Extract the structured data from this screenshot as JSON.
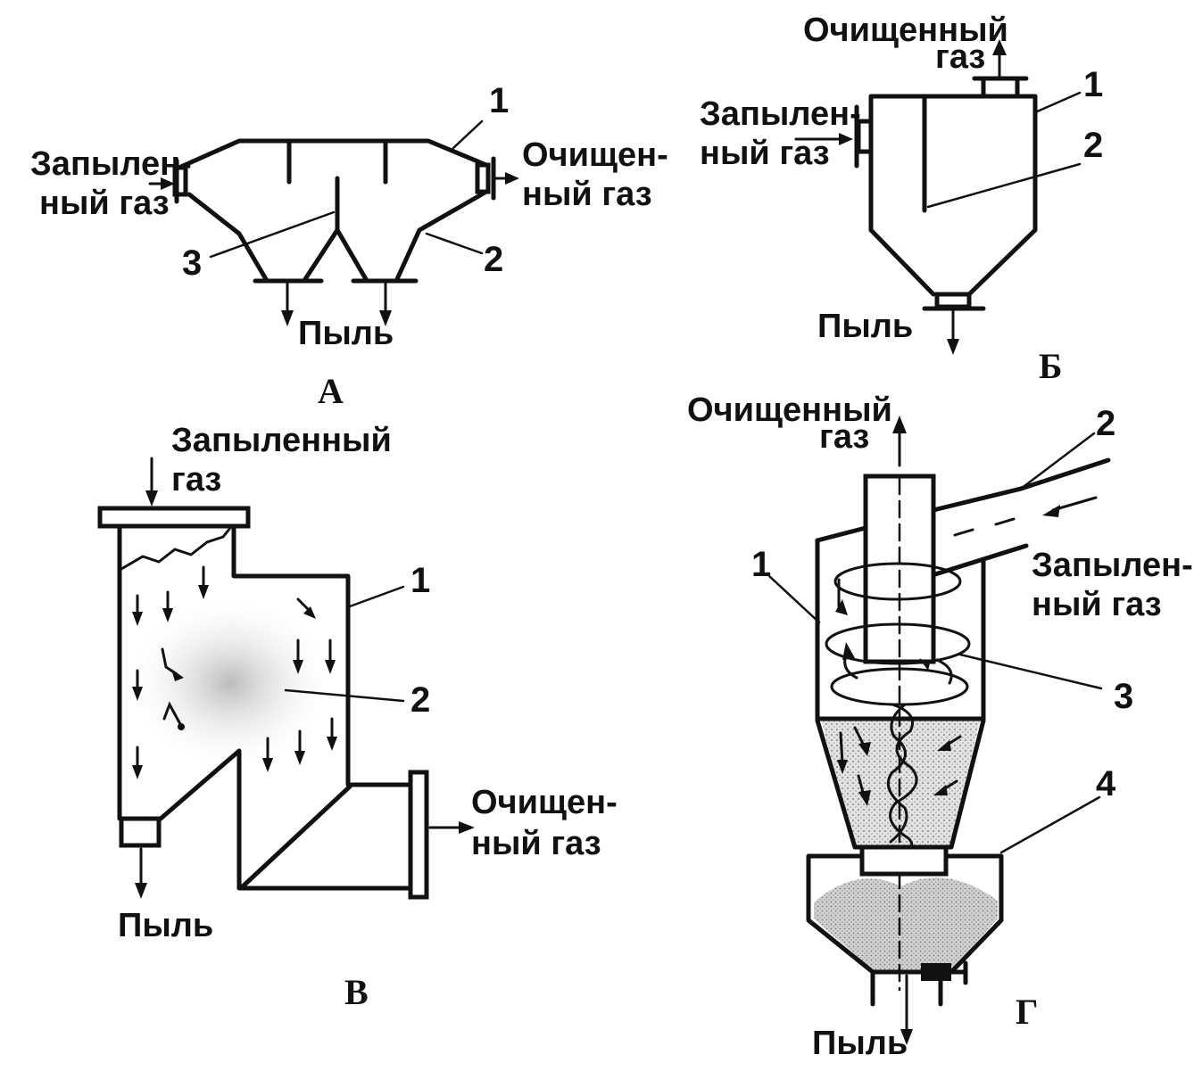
{
  "panels": {
    "a": {
      "caption": "А",
      "inlet_label_1": "Запылен-",
      "inlet_label_2": "ный газ",
      "outlet_label_1": "Очищен-",
      "outlet_label_2": "ный газ",
      "dust_label": "Пыль",
      "callouts": [
        "1",
        "2",
        "3"
      ]
    },
    "b": {
      "caption": "Б",
      "outlet_label_1": "Очищенный",
      "outlet_label_2": "газ",
      "inlet_label_1": "Запылен-",
      "inlet_label_2": "ный газ",
      "dust_label": "Пыль",
      "callouts": [
        "1",
        "2"
      ]
    },
    "v": {
      "caption": "В",
      "inlet_label_1": "Запыленный",
      "inlet_label_2": "газ",
      "outlet_label_1": "Очищен-",
      "outlet_label_2": "ный газ",
      "dust_label": "Пыль",
      "callouts": [
        "1",
        "2"
      ]
    },
    "g": {
      "caption": "Г",
      "outlet_label_1": "Очищенный",
      "outlet_label_2": "газ",
      "inlet_label_1": "Запылен-",
      "inlet_label_2": "ный газ",
      "dust_label": "Пыль",
      "callouts": [
        "1",
        "2",
        "3",
        "4"
      ]
    }
  }
}
